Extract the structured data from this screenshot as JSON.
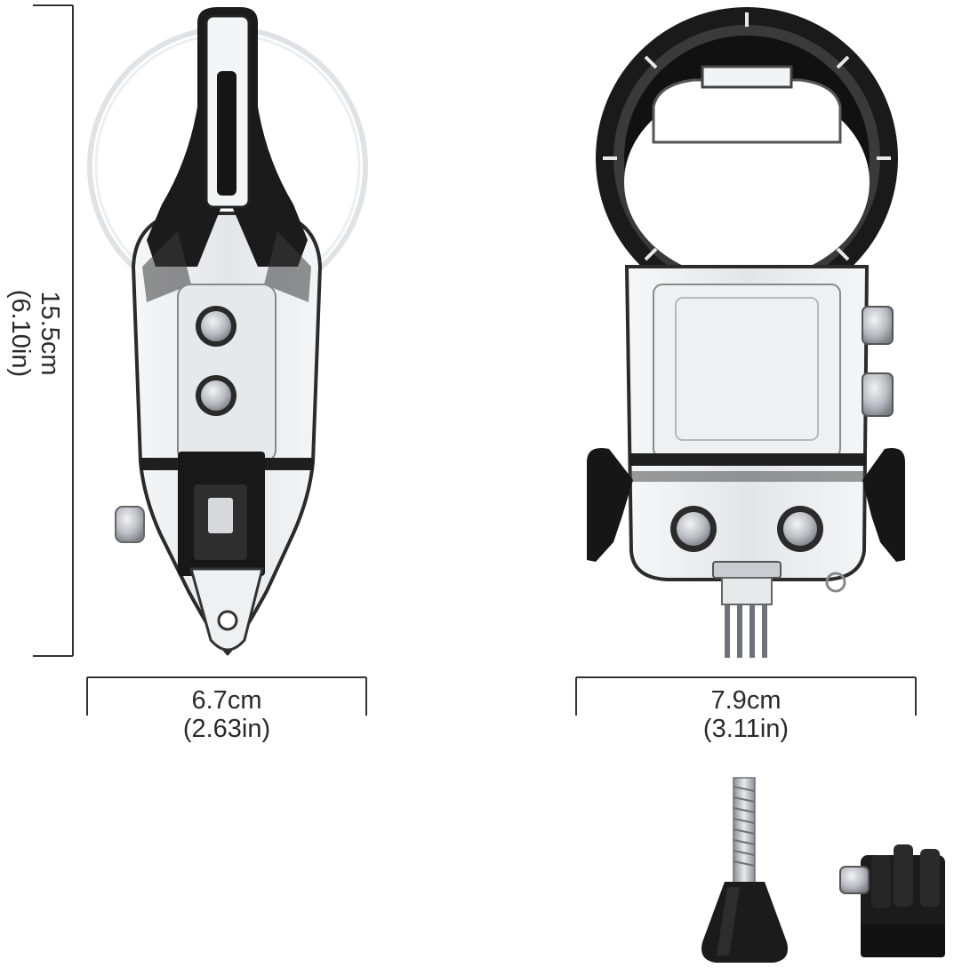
{
  "dimensions": {
    "height_cm": "15.5cm",
    "height_in": "(6.10in)",
    "side_width_cm": "6.7cm",
    "side_width_in": "(2.63in)",
    "front_width_cm": "7.9cm",
    "front_width_in": "(3.11in)"
  },
  "products": [
    {
      "name": "side-view-housing"
    },
    {
      "name": "front-view-housing"
    },
    {
      "name": "thumb-screw"
    },
    {
      "name": "mount-buckle"
    }
  ],
  "colors": {
    "frame": "#1a1a1a",
    "clear_plastic": "#e9ecef",
    "button_metal": "#b9bec3",
    "dimension_line": "#333333"
  }
}
